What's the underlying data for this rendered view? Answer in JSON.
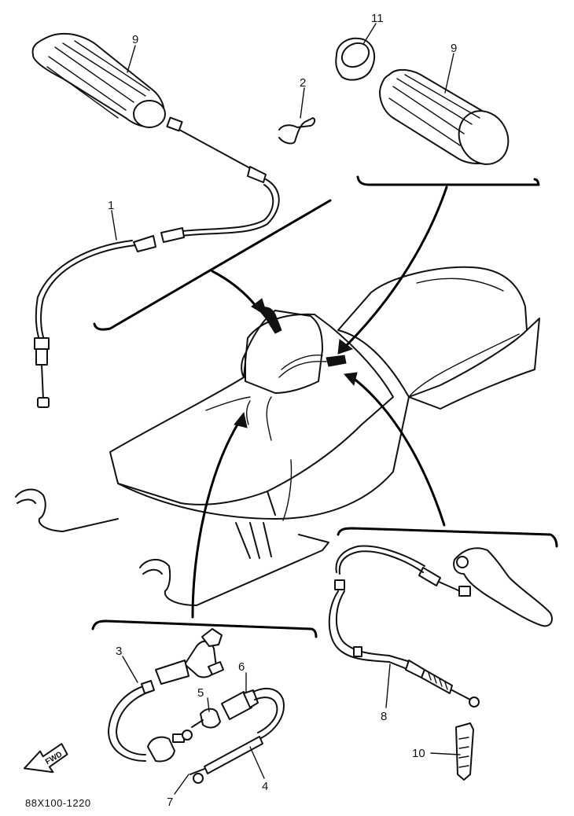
{
  "diagram": {
    "code": "88X100-1220",
    "fwd_label": "FWD",
    "callouts": [
      {
        "id": "9a",
        "text": "9"
      },
      {
        "id": "2",
        "text": "2"
      },
      {
        "id": "11",
        "text": "11"
      },
      {
        "id": "9b",
        "text": "9"
      },
      {
        "id": "1",
        "text": "1"
      },
      {
        "id": "3",
        "text": "3"
      },
      {
        "id": "5",
        "text": "5"
      },
      {
        "id": "6",
        "text": "6"
      },
      {
        "id": "7",
        "text": "7"
      },
      {
        "id": "4",
        "text": "4"
      },
      {
        "id": "8",
        "text": "8"
      },
      {
        "id": "10",
        "text": "10"
      }
    ]
  }
}
